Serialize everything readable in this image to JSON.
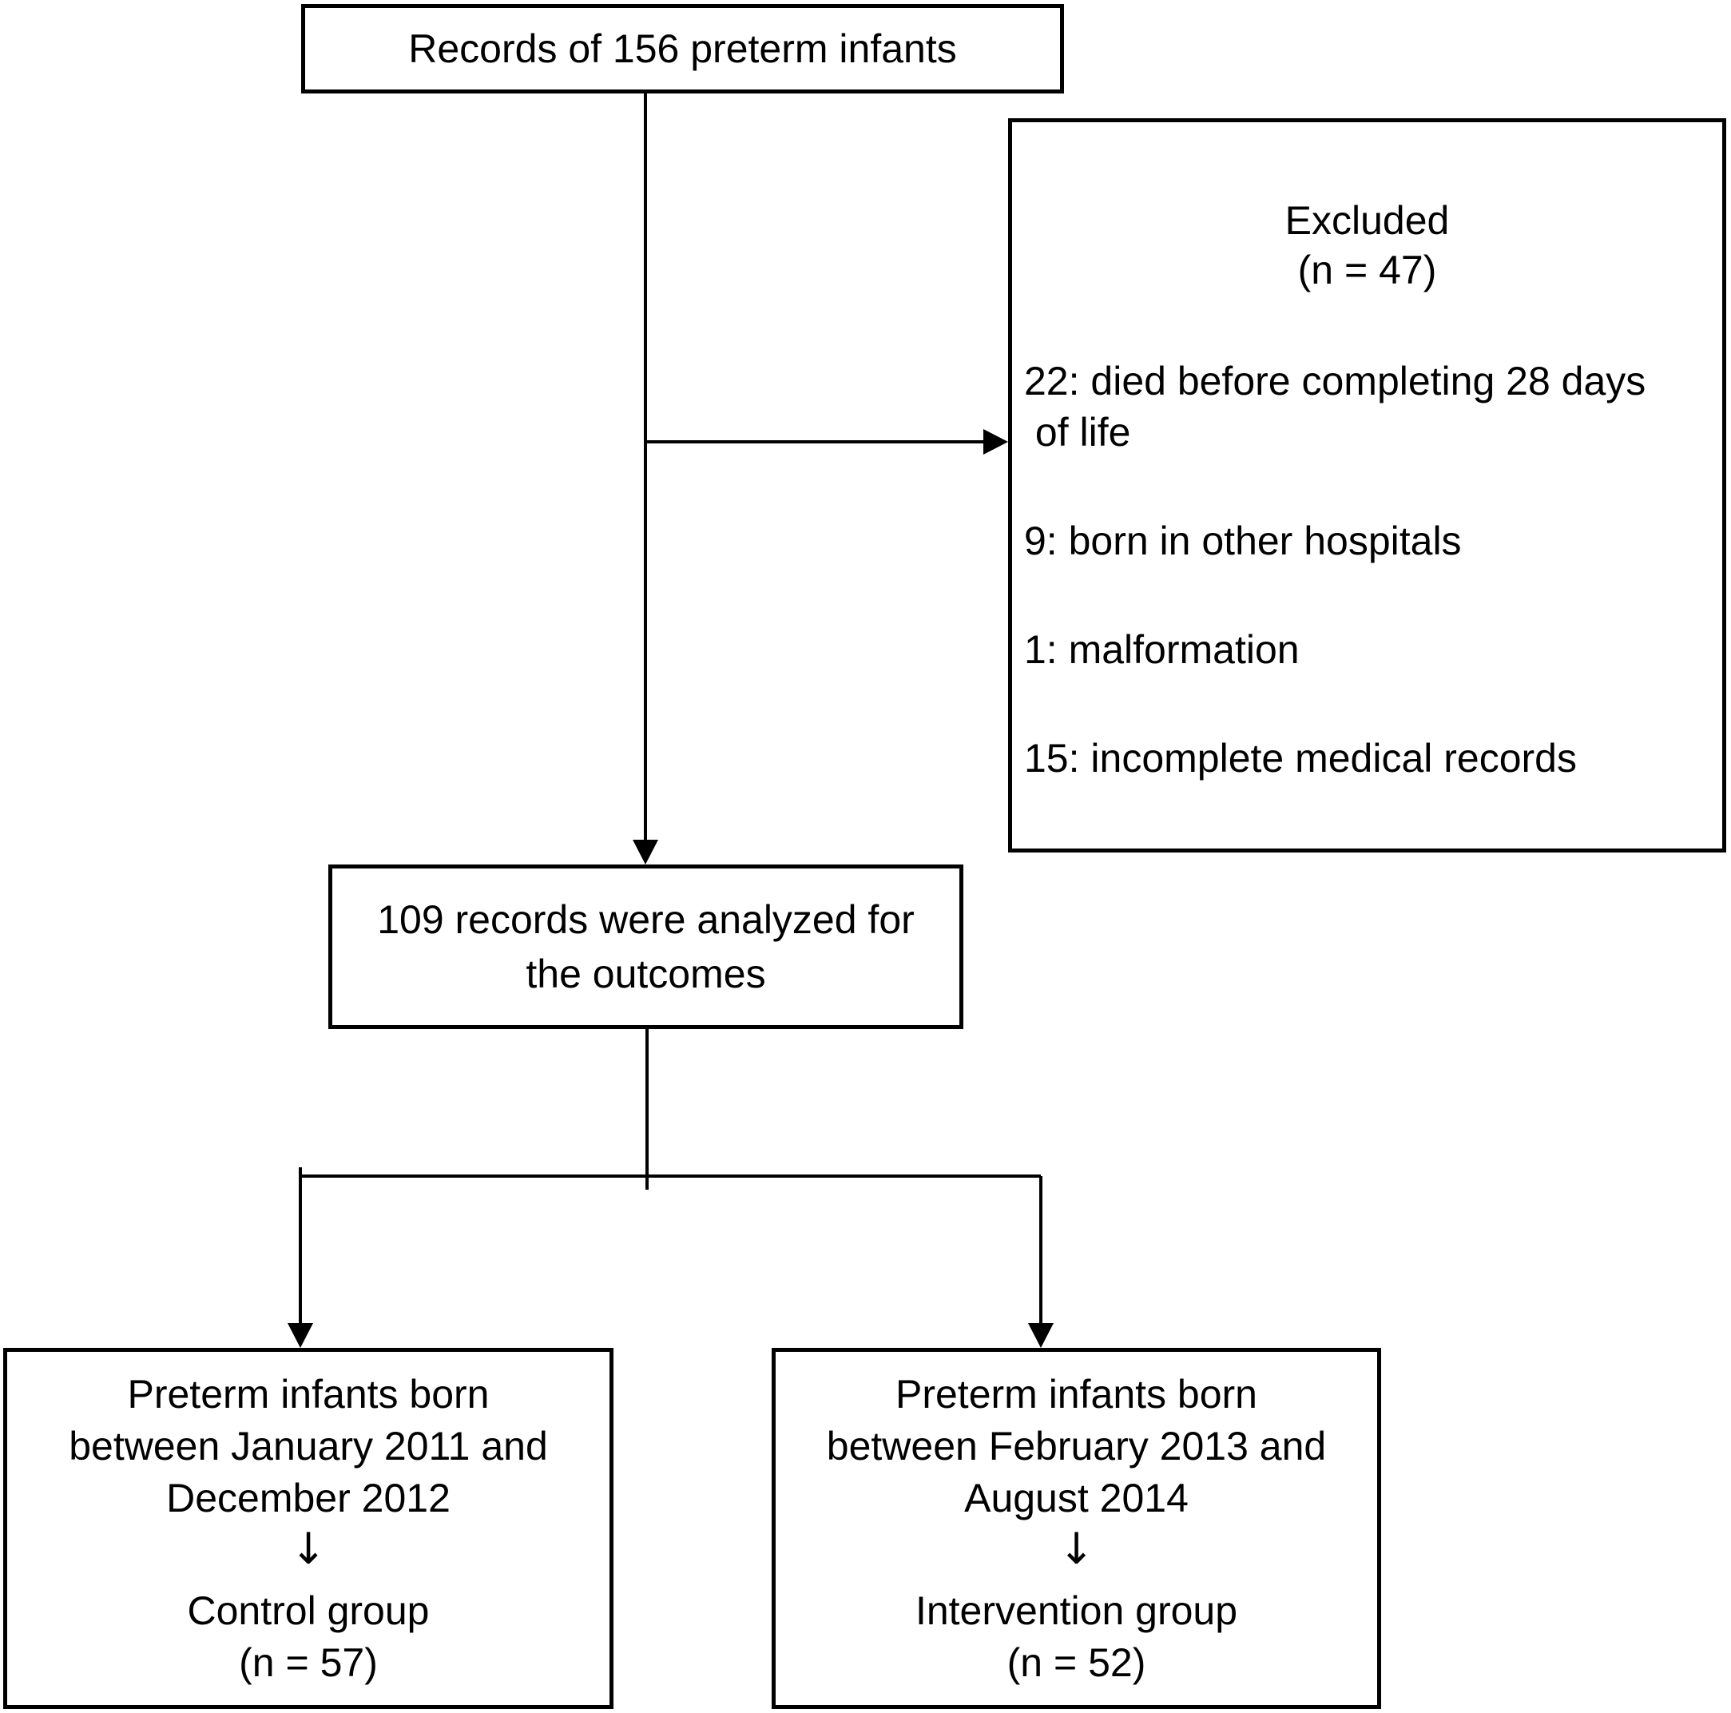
{
  "figure": {
    "background_color": "#ffffff",
    "line_color": "#000000"
  },
  "boxes": {
    "records": {
      "text": "Records of 156 preterm infants"
    },
    "excluded": {
      "title_line1": "Excluded",
      "title_line2": "(n = 47)",
      "items": [
        "22: died before completing 28 days\n of life",
        "9: born in other hospitals",
        "1: malformation",
        "15: incomplete medical records"
      ]
    },
    "analyzed": {
      "text": "109 records were analyzed for\nthe outcomes"
    },
    "control": {
      "period_line1": "Preterm infants born",
      "period_line2": "between January 2011 and",
      "period_line3": "December 2012",
      "arrow": "↓",
      "group": "Control group",
      "count": "(n = 57)"
    },
    "intervention": {
      "period_line1": "Preterm infants born",
      "period_line2": "between February 2013 and",
      "period_line3": "August 2014",
      "arrow": "↓",
      "group": "Intervention group",
      "count": "(n = 52)"
    }
  }
}
